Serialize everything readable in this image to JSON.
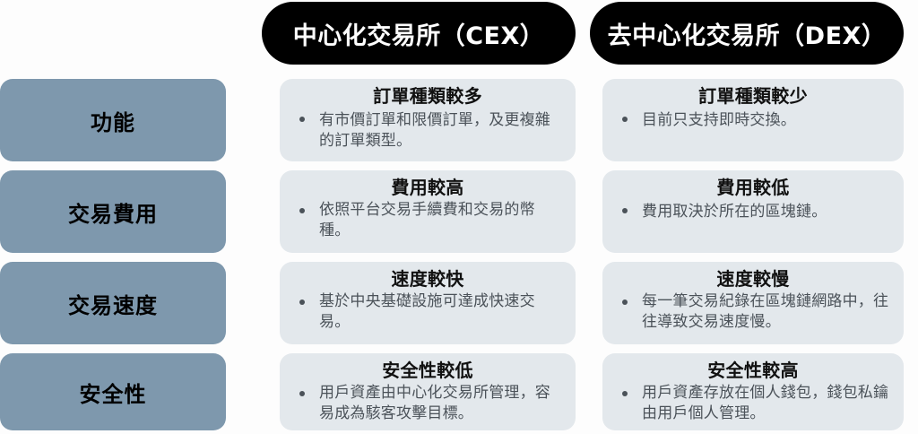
{
  "header": {
    "columns": [
      {
        "id": "cex",
        "label": "中心化交易所（CEX）"
      },
      {
        "id": "dex",
        "label": "去中心化交易所（DEX）"
      }
    ]
  },
  "colors": {
    "label_chip": "#7e98ad",
    "cell_background": "#e3e8ec",
    "header_pill": "#000000",
    "header_text": "#ffffff",
    "title_text": "#111111",
    "body_text": "#4b5259",
    "page_background": "#ffffff"
  },
  "rows": [
    {
      "label": "功能",
      "cex": {
        "title": "訂單種類較多",
        "bullets": [
          "有市價訂單和限價訂單，及更複雜的訂單類型。"
        ]
      },
      "dex": {
        "title": "訂單種類較少",
        "bullets": [
          "目前只支持即時交換。"
        ]
      }
    },
    {
      "label": "交易費用",
      "cex": {
        "title": "費用較高",
        "bullets": [
          "依照平台交易手續費和交易的幣種。"
        ]
      },
      "dex": {
        "title": "費用較低",
        "bullets": [
          "費用取決於所在的區塊鏈。"
        ]
      }
    },
    {
      "label": "交易速度",
      "cex": {
        "title": "速度較快",
        "bullets": [
          "基於中央基礎設施可達成快速交易。"
        ]
      },
      "dex": {
        "title": "速度較慢",
        "bullets": [
          "每一筆交易紀錄在區塊鏈網路中，往往導致交易速度慢。"
        ]
      }
    },
    {
      "label": "安全性",
      "cex": {
        "title": "安全性較低",
        "bullets": [
          "用戶資產由中心化交易所管理，容易成為駭客攻擊目標。"
        ]
      },
      "dex": {
        "title": "安全性較高",
        "bullets": [
          "用戶資產存放在個人錢包，錢包私鑰由用戶個人管理。"
        ]
      }
    }
  ]
}
